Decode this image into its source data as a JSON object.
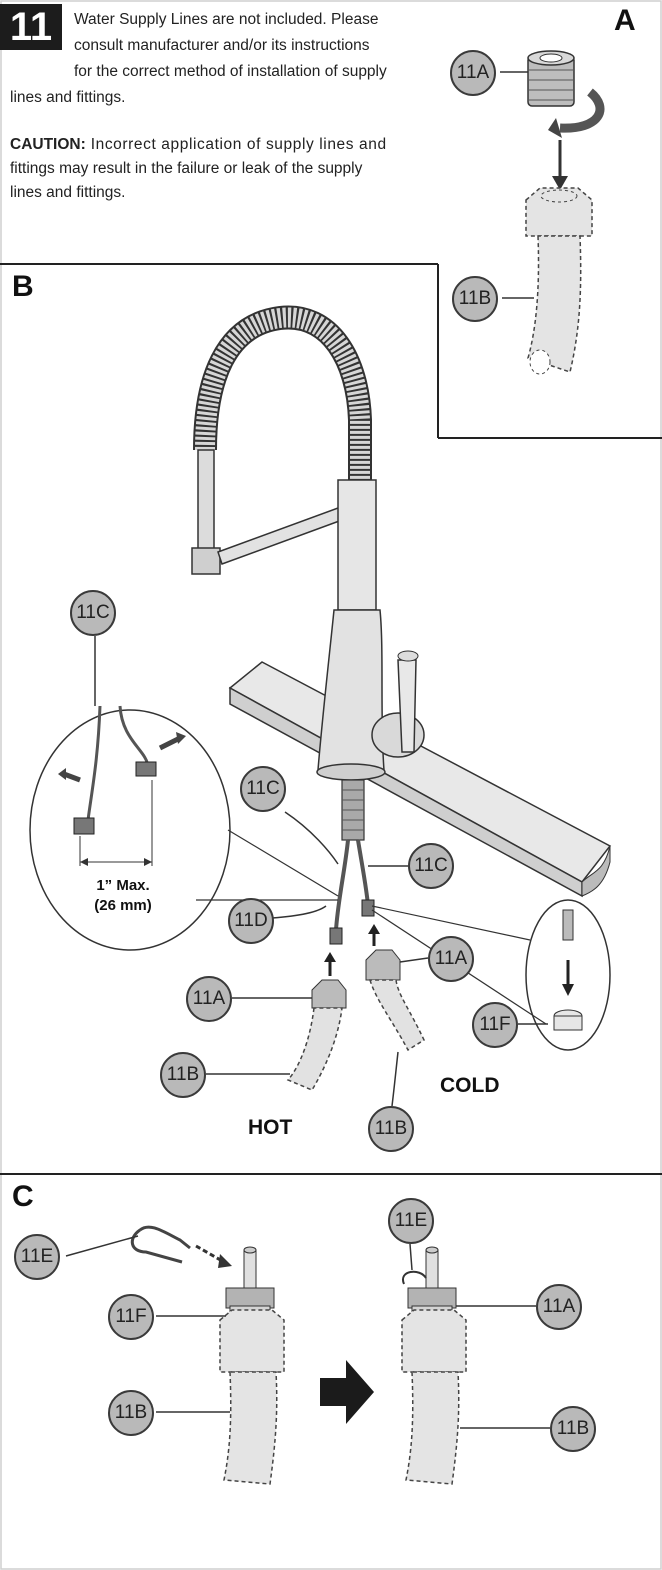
{
  "step": {
    "number": "11"
  },
  "intro": {
    "line1": "Water Supply Lines are not included. Please",
    "line2": "consult manufacturer and/or its instructions",
    "line3": "for the correct method of installation of supply",
    "line4": "lines and fittings.",
    "caution_label": "CAUTION:",
    "caution_line1": " Incorrect application of supply lines and",
    "caution_line2": "fittings may result in the failure or leak of the supply",
    "caution_line3": "lines and fittings."
  },
  "panels": {
    "a": "A",
    "b": "B",
    "c": "C"
  },
  "callouts": {
    "a_11a": "11A",
    "a_11b": "11B",
    "b_11c_detail": "11C",
    "b_11c_left": "11C",
    "b_11c_right": "11C",
    "b_11d": "11D",
    "b_11a_right": "11A",
    "b_11a_left": "11A",
    "b_11f": "11F",
    "b_11b_left": "11B",
    "b_11b_right": "11B",
    "c_11e_left": "11E",
    "c_11f": "11F",
    "c_11b_left": "11B",
    "c_11e_right": "11E",
    "c_11a": "11A",
    "c_11b_right": "11B"
  },
  "labels": {
    "max_line1": "1” Max.",
    "max_line2": "(26 mm)",
    "hot": "HOT",
    "cold": "COLD"
  }
}
